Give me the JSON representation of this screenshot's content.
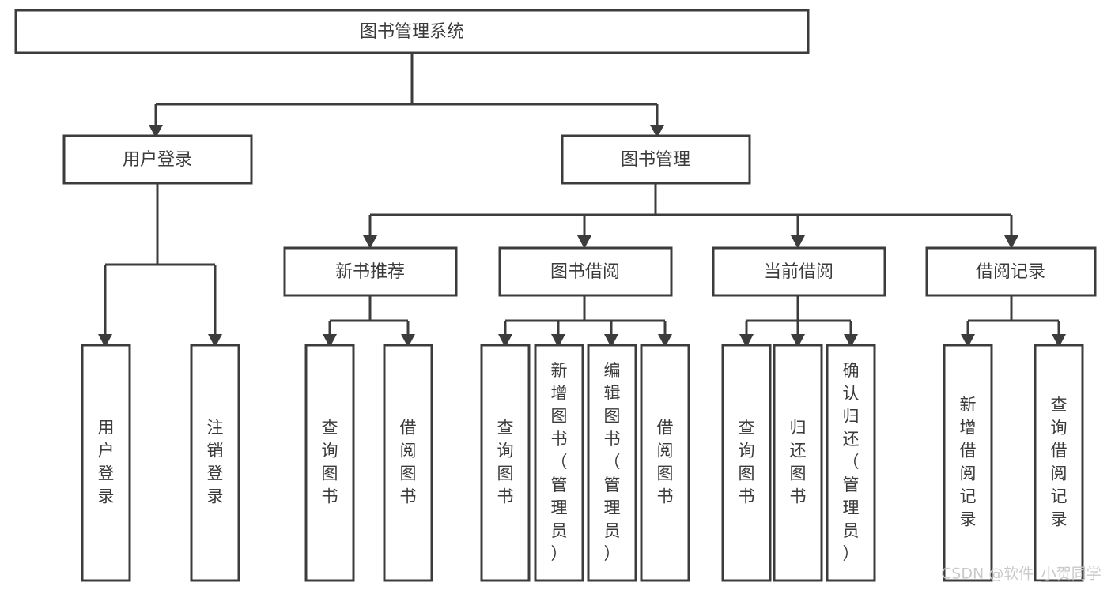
{
  "diagram": {
    "type": "tree-hierarchy-chart",
    "title": "图书管理系统",
    "background_color": "#ffffff",
    "stroke_color": "#3c3c3c",
    "text_color": "#3b3b3b",
    "levels": [
      {
        "level": 1,
        "nodes": [
          {
            "id": "root",
            "label": "图书管理系统",
            "orientation": "horizontal"
          }
        ]
      },
      {
        "level": 2,
        "nodes": [
          {
            "id": "login",
            "label": "用户登录",
            "orientation": "horizontal",
            "parent": "root"
          },
          {
            "id": "bookmgmt",
            "label": "图书管理",
            "orientation": "horizontal",
            "parent": "root"
          }
        ]
      },
      {
        "level": 3,
        "nodes": [
          {
            "id": "newbook",
            "label": "新书推荐",
            "orientation": "horizontal",
            "parent": "bookmgmt"
          },
          {
            "id": "borrow",
            "label": "图书借阅",
            "orientation": "horizontal",
            "parent": "bookmgmt"
          },
          {
            "id": "current",
            "label": "当前借阅",
            "orientation": "horizontal",
            "parent": "bookmgmt"
          },
          {
            "id": "record",
            "label": "借阅记录",
            "orientation": "horizontal",
            "parent": "bookmgmt"
          }
        ]
      },
      {
        "level": 4,
        "nodes": [
          {
            "id": "leaf1",
            "label": "用户登录",
            "orientation": "vertical",
            "parent": "login"
          },
          {
            "id": "leaf2",
            "label": "注销登录",
            "orientation": "vertical",
            "parent": "login"
          },
          {
            "id": "leaf3",
            "label": "查询图书",
            "orientation": "vertical",
            "parent": "newbook"
          },
          {
            "id": "leaf4",
            "label": "借阅图书",
            "orientation": "vertical",
            "parent": "newbook"
          },
          {
            "id": "leaf5",
            "label": "查询图书",
            "orientation": "vertical",
            "parent": "borrow"
          },
          {
            "id": "leaf6",
            "label": "新增图书（管理员）",
            "orientation": "vertical",
            "parent": "borrow"
          },
          {
            "id": "leaf7",
            "label": "编辑图书（管理员）",
            "orientation": "vertical",
            "parent": "borrow"
          },
          {
            "id": "leaf8",
            "label": "借阅图书",
            "orientation": "vertical",
            "parent": "borrow"
          },
          {
            "id": "leaf9",
            "label": "查询图书",
            "orientation": "vertical",
            "parent": "current"
          },
          {
            "id": "leaf10",
            "label": "归还图书",
            "orientation": "vertical",
            "parent": "current"
          },
          {
            "id": "leaf11",
            "label": "确认归还（管理员）",
            "orientation": "vertical",
            "parent": "current"
          },
          {
            "id": "leaf12",
            "label": "新增借阅记录",
            "orientation": "vertical",
            "parent": "record"
          },
          {
            "id": "leaf13",
            "label": "查询借阅记录",
            "orientation": "vertical",
            "parent": "record"
          }
        ]
      }
    ]
  },
  "watermark": {
    "text": "CSDN @软件_小贺同学"
  }
}
